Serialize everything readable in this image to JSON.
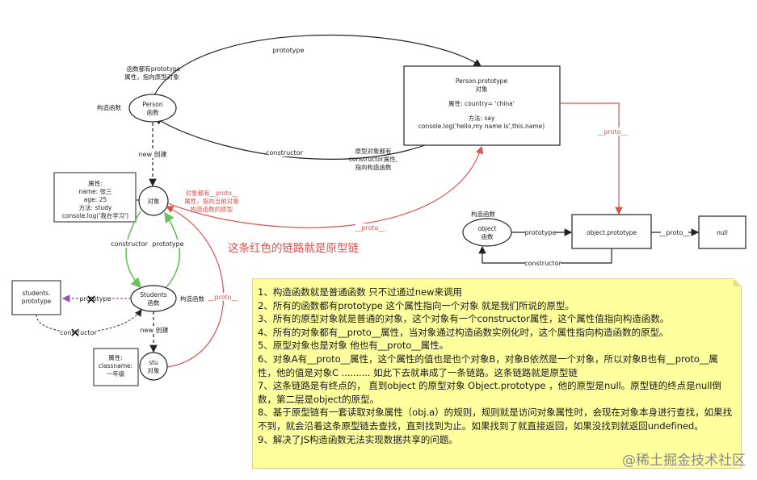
{
  "labels": {
    "ctor_note": [
      "函数都有prototype",
      "属性，指向原型对象"
    ],
    "ctor_label_person": "构造函数",
    "person": [
      "Person",
      "函数"
    ],
    "prototype_edge": "prototype",
    "person_proto": [
      "Person.prototype",
      "对象",
      "属性: country= 'china'",
      "方法:  say",
      "console.log('hello,my name is',this.name)"
    ],
    "new_create": "new 创建",
    "constructor_edge": "constructor",
    "proto_ctor_note": [
      "原型对象都有",
      "constructor属性,",
      "指向构造函数"
    ],
    "props_box": [
      "属性:",
      "name: 张三",
      "age: 25",
      "方法: study",
      "console.log('我在学习')"
    ],
    "obj": "对象",
    "obj_proto_note": [
      "对象都有__proto__",
      "属性，指向当前对象",
      "构造函数的原型"
    ],
    "proto_edge": "__proto__",
    "red_chain": "这条红色的链路就是原型链",
    "ctor_label_object": "构造函数",
    "object_fn": [
      "object",
      "函数"
    ],
    "object_proto": "object.prototype",
    "null_box": "null",
    "students_proto": [
      "students.",
      "prototype"
    ],
    "students": [
      "Students",
      "函数"
    ],
    "ctor_label_students": "构造函数",
    "stu": [
      "stu",
      "对象"
    ],
    "stu_props": [
      "属性:",
      "classname:",
      "一年级"
    ],
    "cross": "✕"
  },
  "notes": [
    "1、构造函数就是普通函数   只不过通过new来调用",
    "2、所有的函数都有prototype 这个属性指向一个对象 就是我们所说的原型。",
    "3、所有的原型对象就是普通的对象，这个对象有一个constructor属性，这个属性值指向构造函数。",
    "4、所有的对象都有__proto__属性，当对象通过构造函数实例化时，这个属性指向构造函数的原型。",
    "5、原型对象也是对象 他也有__proto__属性。",
    "6、对象A有__proto__属性，这个属性的值也是也个对象B，对象B依然是一个对象，所以对象B也有__proto__属性，他的值是对象C ..........     如此下去就串成了一条链路。这条链路就是原型链",
    "7、这条链路是有终点的， 直到object 的原型对象 Object.prototype ，他的原型是null。原型链的终点是null倒数，第二层是object的原型。",
    "8、基于原型链有一套读取对象属性（obj.a）的规则，规则就是访问对象属性时，会现在对象本身进行查找，如果找不到，就会沿着这条原型链去查找，直到找到为止。如果找到了就直接返回，如果没找到就返回undefined。",
    "9、解决了JS构造函数无法实现数据共享的问题。"
  ],
  "watermark": "@稀土掘金技术社区",
  "colors": {
    "proto_chain": "#d9534f",
    "green_link": "#6cbf5e",
    "purple_link": "#9b4fc7",
    "note_bg": "#ffff9e"
  }
}
